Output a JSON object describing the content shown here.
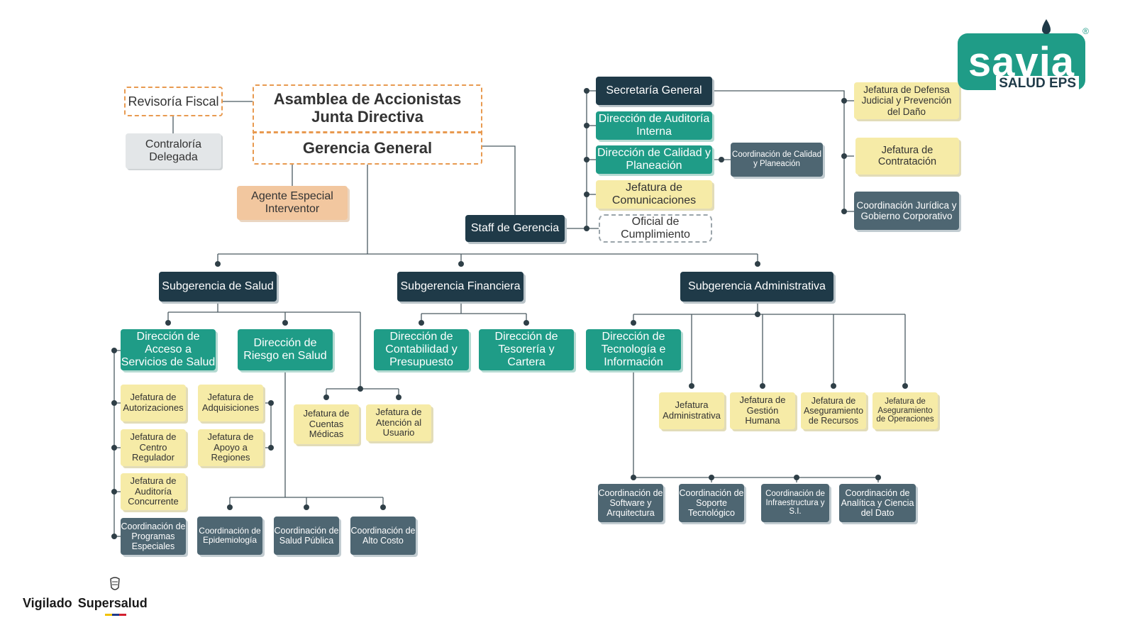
{
  "top": {
    "revisoria": "Revisoría Fiscal",
    "contraloria": "Contraloría Delegada",
    "asamblea": "Asamblea de Accionistas",
    "junta": "Junta Directiva",
    "gerencia": "Gerencia General",
    "agente": "Agente Especial Interventor",
    "staff": "Staff de Gerencia"
  },
  "staff_units": {
    "secretaria": "Secretaría General",
    "auditoria": "Dirección de Auditoría Interna",
    "calidad": "Dirección de Calidad y Planeación",
    "coord_calidad": "Coordinación de Calidad y Planeación",
    "comunicaciones": "Jefatura de Comunicaciones",
    "oficial": "Oficial de Cumplimiento"
  },
  "secretaria_units": {
    "defensa": "Jefatura de Defensa Judicial y Prevención del Daño",
    "contratacion": "Jefatura de Contratación",
    "juridica": "Coordinación Jurídica y Gobierno Corporativo"
  },
  "salud": {
    "title": "Subgerencia de Salud",
    "acceso": "Dirección de Acceso a Servicios de Salud",
    "riesgo": "Dirección de Riesgo en Salud",
    "autorizaciones": "Jefatura de Autorizaciones",
    "centro": "Jefatura de Centro Regulador",
    "auditoria_conc": "Jefatura de Auditoría Concurrente",
    "programas": "Coordinación de Programas Especiales",
    "adquisiciones": "Jefatura de Adquisiciones",
    "apoyo": "Jefatura de Apoyo a Regiones",
    "cuentas": "Jefatura de Cuentas Médicas",
    "atencion": "Jefatura de Atención al Usuario",
    "epidemiologia": "Coordinación de Epidemiología",
    "salud_publica": "Coordinación de Salud Pública",
    "alto_costo": "Coordinación de Alto Costo"
  },
  "financiera": {
    "title": "Subgerencia Financiera",
    "contabilidad": "Dirección de Contabilidad y Presupuesto",
    "tesoreria": "Dirección de Tesorería y Cartera"
  },
  "administrativa": {
    "title": "Subgerencia Administrativa",
    "tecnologia": "Dirección de Tecnología e Información",
    "jef_admin": "Jefatura Administrativa",
    "gestion_humana": "Jefatura de Gestión Humana",
    "aseg_recursos": "Jefatura de Aseguramiento de Recursos",
    "aseg_operaciones": "Jefatura de Aseguramiento de Operaciones",
    "software": "Coordinación de Software y Arquitectura",
    "soporte": "Coordinación de Soporte Tecnológico",
    "infraestructura": "Coordinación de Infraestructura y S.I.",
    "analitica": "Coordinación de Analítica y Ciencia del Dato"
  },
  "logo": {
    "brand": "savia",
    "sub": "SALUD EPS",
    "mark": "®"
  },
  "footer": {
    "vigilado": "Vigilado",
    "supersalud": "Supersalud"
  },
  "colors": {
    "dark": "#1f3a48",
    "teal": "#1f9c87",
    "yellow": "#f6eba7",
    "slate": "#4e6672",
    "peach": "#f2c79f",
    "dashed": "#e89a50"
  }
}
